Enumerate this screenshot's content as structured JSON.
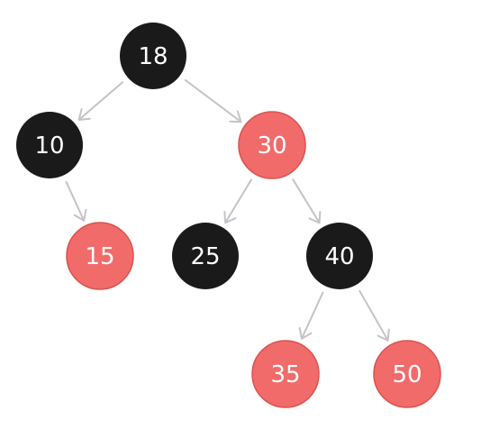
{
  "tree": {
    "colors": {
      "black": "#1a1a1a",
      "red": "#f26b6b",
      "red_border": "#d9534f",
      "edge": "#c4c4c8",
      "label": "#ffffff"
    },
    "nodes": [
      {
        "id": "n18",
        "label": "18",
        "color": "black"
      },
      {
        "id": "n10",
        "label": "10",
        "color": "black"
      },
      {
        "id": "n30",
        "label": "30",
        "color": "red"
      },
      {
        "id": "n15",
        "label": "15",
        "color": "red"
      },
      {
        "id": "n25",
        "label": "25",
        "color": "black"
      },
      {
        "id": "n40",
        "label": "40",
        "color": "black"
      },
      {
        "id": "n35",
        "label": "35",
        "color": "red"
      },
      {
        "id": "n50",
        "label": "50",
        "color": "red"
      }
    ],
    "edges": [
      {
        "from": "n18",
        "to": "n10"
      },
      {
        "from": "n18",
        "to": "n30"
      },
      {
        "from": "n10",
        "to": "n15"
      },
      {
        "from": "n30",
        "to": "n25"
      },
      {
        "from": "n30",
        "to": "n40"
      },
      {
        "from": "n40",
        "to": "n35"
      },
      {
        "from": "n40",
        "to": "n50"
      }
    ]
  }
}
